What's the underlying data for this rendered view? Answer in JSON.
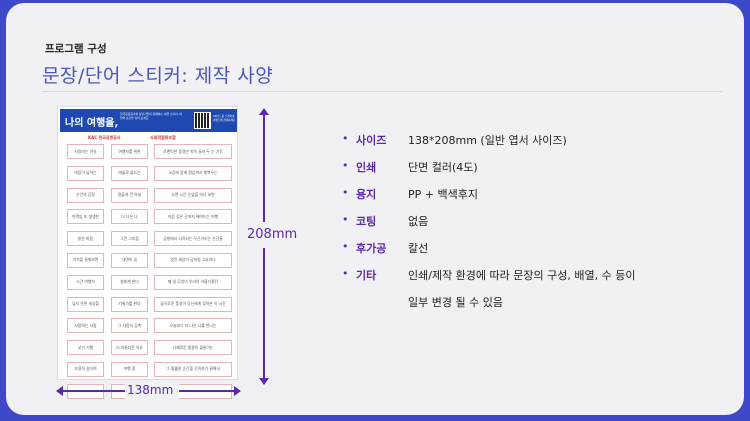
{
  "header": {
    "subtitle": "프로그램 구성",
    "title": "문장/단어 스티커: 제작 사양"
  },
  "sheet": {
    "brand": "나의 여행을,",
    "band_desc": "한국공항공사와 청년기업이 함께하는 여행 스티커, 여행의 순간을 담아 보세요",
    "qr_text": "QR코드를 스캔하여 이벤트에 참여하세요",
    "logos": [
      "KAC 한국공항공사",
      "사회적협동조합"
    ],
    "rows": [
      [
        "사랑하는 이유",
        "여행자를 위한",
        "로맨틱한 풍경만 쏙쏙 골라 두 눈 가득"
      ],
      [
        "마음이 닿아는",
        "애술로 물드는",
        "오감에 함께 맹감까지 행복두는"
      ],
      [
        "순간의 감정",
        "말을게 큰 하늘",
        "오랜 시간 눈앞을 하다 보면"
      ],
      [
        "반짝임 또 생생한",
        "더 나은 나",
        "마음 깊은 곳까지 배어드는 여행"
      ],
      [
        "맑은 마음",
        "그런 그리움",
        "공항에서 시작되는 두근거리는 순간들"
      ],
      [
        "기억을 들춰보면",
        "내면의 꿈",
        "멋진 세상이 궁처럼 고요하다"
      ],
      [
        "시간 여행자",
        "설레게 한다",
        "매 일 무엇이 우리의 아름다웠던"
      ],
      [
        "닿지 못한 세상을",
        "키워가를 한다",
        "꿈이로운 풍경이 당신에게 찾아온 이 시간"
      ],
      [
        "사랑하는 사람",
        "그 사람의 감촉",
        "오늘보다 더 나은 나를 만나는"
      ],
      [
        "낯선 기행",
        "더 아름다운 이유",
        "다채로운 빛깔로 물들이는"
      ],
      [
        "조용히 걸으며",
        "여행 중",
        "그 황홀한 순간을 간직하기 위해서"
      ],
      [
        "",
        "",
        ""
      ]
    ]
  },
  "dimensions": {
    "height": "208mm",
    "width": "138mm"
  },
  "specs": [
    {
      "key": "사이즈",
      "value": "138*208mm (일반 엽서 사이즈)"
    },
    {
      "key": "인쇄",
      "value": "단면 컬러(4도)"
    },
    {
      "key": "용지",
      "value": "PP + 백색후지"
    },
    {
      "key": "코팅",
      "value": "없음"
    },
    {
      "key": "후가공",
      "value": "칼선"
    },
    {
      "key": "기타",
      "value": "인쇄/제작 환경에 따라 문장의 구성, 배열, 수 등이",
      "value2": "일부 변경 될 수 있음"
    }
  ],
  "colors": {
    "frame": "#3f48c8",
    "accent": "#5b2aa6",
    "title": "#4a55b8",
    "band": "#1d49b0"
  }
}
